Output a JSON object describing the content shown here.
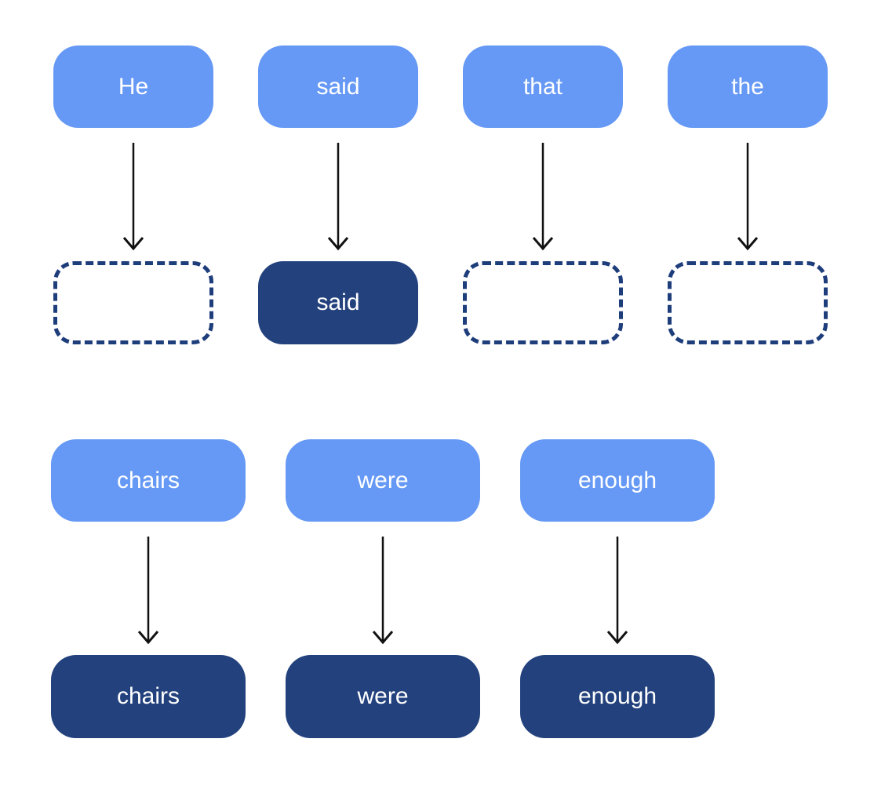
{
  "exercise": {
    "description_visible": false
  },
  "colors": {
    "word_box": "#6699F5",
    "answer_box": "#23427D",
    "dashed_border": "#1E3D7B",
    "arrow": "#111111",
    "text": "#FFFFFF",
    "background": "#FFFFFF"
  },
  "sections": [
    {
      "name": "sentence-row-1",
      "items": [
        {
          "word": "He",
          "answer": "",
          "state": "hidden"
        },
        {
          "word": "said",
          "answer": "said",
          "state": "revealed"
        },
        {
          "word": "that",
          "answer": "",
          "state": "hidden"
        },
        {
          "word": "the",
          "answer": "",
          "state": "hidden"
        }
      ]
    },
    {
      "name": "sentence-row-2",
      "items": [
        {
          "word": "chairs",
          "answer": "chairs",
          "state": "revealed"
        },
        {
          "word": "were",
          "answer": "were",
          "state": "revealed"
        },
        {
          "word": "enough",
          "answer": "enough",
          "state": "revealed"
        }
      ]
    }
  ]
}
